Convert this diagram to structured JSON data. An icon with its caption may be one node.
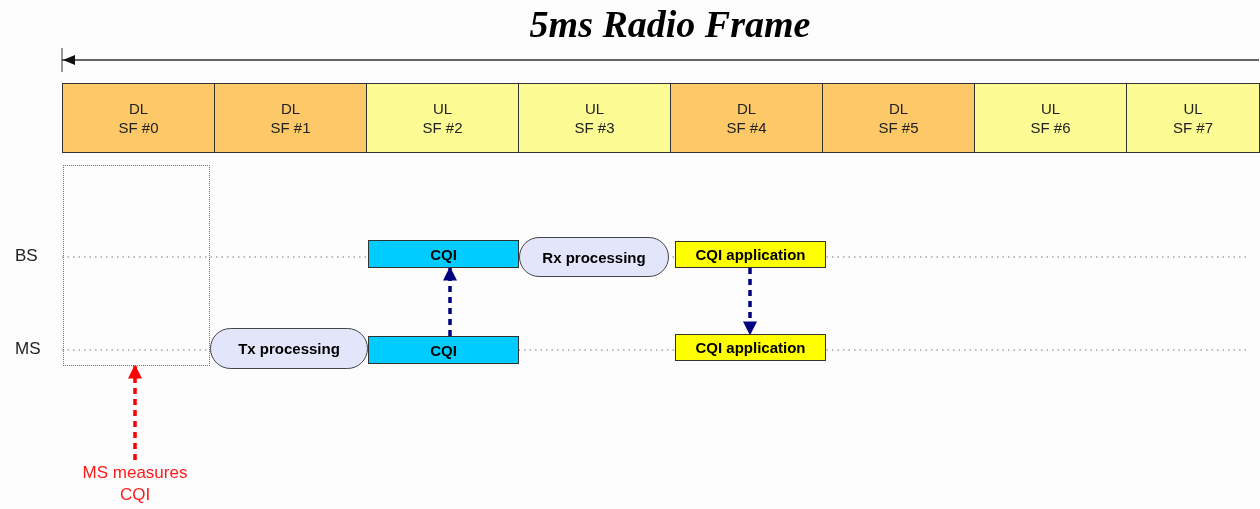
{
  "diagram": {
    "title": "5ms Radio Frame",
    "nodes": [
      {
        "text": [
          "DL",
          "SF #0"
        ]
      },
      {
        "text": [
          "DL",
          "SF #1"
        ]
      },
      {
        "text": [
          "UL",
          "SF #2"
        ]
      },
      {
        "text": [
          "UL",
          "SF #3"
        ]
      },
      {
        "text": [
          "DL",
          "SF #4"
        ]
      },
      {
        "text": [
          "DL",
          "SF #5"
        ]
      },
      {
        "text": [
          "UL",
          "SF #6"
        ]
      },
      {
        "text": [
          "UL",
          "SF #7"
        ]
      },
      {
        "text": [],
        "shape": "box"
      },
      {
        "text": [
          "MS measures CQI"
        ]
      },
      {
        "text": [
          "Tx processing"
        ]
      },
      {
        "text": [
          "CQI"
        ]
      },
      {
        "text": [
          "CQI"
        ]
      },
      {
        "text": [
          "Rx processing"
        ]
      },
      {
        "text": [
          "CQI application"
        ]
      },
      {
        "text": [
          "CQI application"
        ]
      }
    ],
    "edges": [
      {
        "from": 9,
        "to": 8,
        "arrow": "to",
        "style": "dashed",
        "color": "#ff0000"
      },
      {
        "from": 11,
        "to": 12,
        "arrow": "to",
        "style": "dashed"
      },
      {
        "from": 14,
        "to": 15,
        "arrow": "to",
        "style": "dashed"
      }
    ],
    "labels": [
      "BS",
      "MS"
    ]
  }
}
